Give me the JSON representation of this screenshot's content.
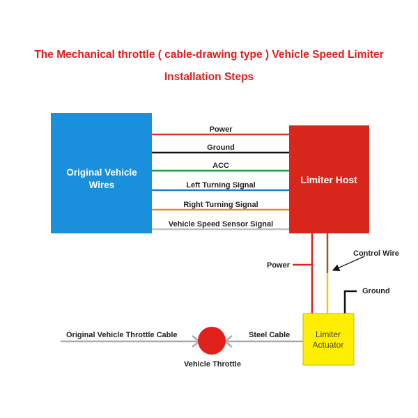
{
  "title": {
    "line1": "The Mechanical throttle ( cable-drawing type ) Vehicle Speed Limiter",
    "line2": "Installation Steps"
  },
  "boxes": {
    "original_wires": [
      "Original  Vehicle",
      "Wires"
    ],
    "limiter_host": "Limiter Host",
    "actuator": [
      "Limiter",
      "Actuator"
    ]
  },
  "wires": [
    {
      "label": "Power",
      "color": "#e0302a"
    },
    {
      "label": "Ground",
      "color": "#111111"
    },
    {
      "label": "ACC",
      "color": "#1f9a3c"
    },
    {
      "label": "Left Turning Signal",
      "color": "#1e7fd0"
    },
    {
      "label": "Right Turning Signal",
      "color": "#f08a24"
    },
    {
      "label": "Vehicle Speed Sensor Signal",
      "color": "#bfbfbf"
    }
  ],
  "lower": {
    "power": "Power",
    "control_wire": "Control Wire",
    "ground": "Ground",
    "steel_cable": "Steel Cable",
    "original_cable": "Original Vehicle Throttle Cable",
    "vehicle_throttle": "Vehicle Throttle"
  },
  "colors": {
    "blue_box": "#1a8fdc",
    "red_box": "#d9261c",
    "yellow_box": "#ffee00",
    "throttle": "#e0211b"
  }
}
